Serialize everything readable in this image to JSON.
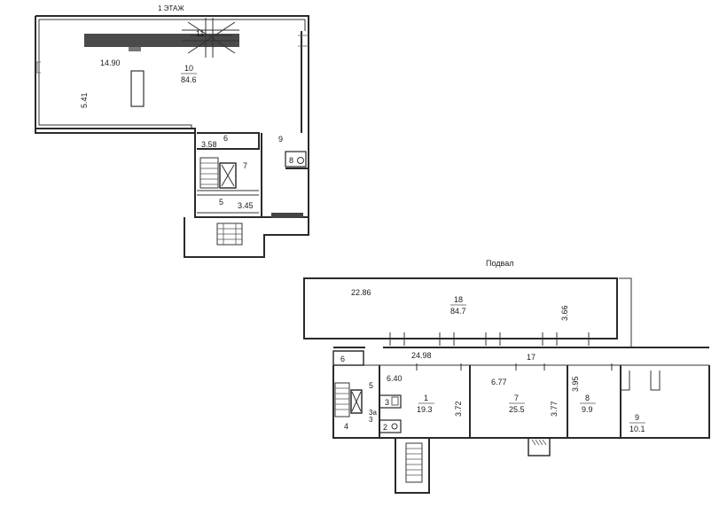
{
  "floor1": {
    "title": "1 ЭТАЖ",
    "dims": [
      "14.90",
      "5.41",
      "3.58",
      "3.45"
    ],
    "rooms": [
      {
        "num": "10",
        "area": "84.6"
      },
      {
        "num": "11"
      },
      {
        "num": "9"
      },
      {
        "num": "8"
      },
      {
        "num": "7"
      },
      {
        "num": "6"
      },
      {
        "num": "5"
      }
    ]
  },
  "basement": {
    "title": "Подвал",
    "dims": [
      "22.86",
      "3.66",
      "24.98",
      "6.40",
      "3.72",
      "6.77",
      "3.77",
      "3.95"
    ],
    "rooms": [
      {
        "num": "18",
        "area": "84.7"
      },
      {
        "num": "17"
      },
      {
        "num": "6"
      },
      {
        "num": "5"
      },
      {
        "num": "4"
      },
      {
        "num": "3"
      },
      {
        "num": "2"
      },
      {
        "num": "1",
        "area": "19.3"
      },
      {
        "num": "7",
        "area": "25.5"
      },
      {
        "num": "8",
        "area": "9.9"
      },
      {
        "num": "9",
        "area": "10.1"
      }
    ],
    "small_labels": [
      "3a",
      "3"
    ]
  }
}
